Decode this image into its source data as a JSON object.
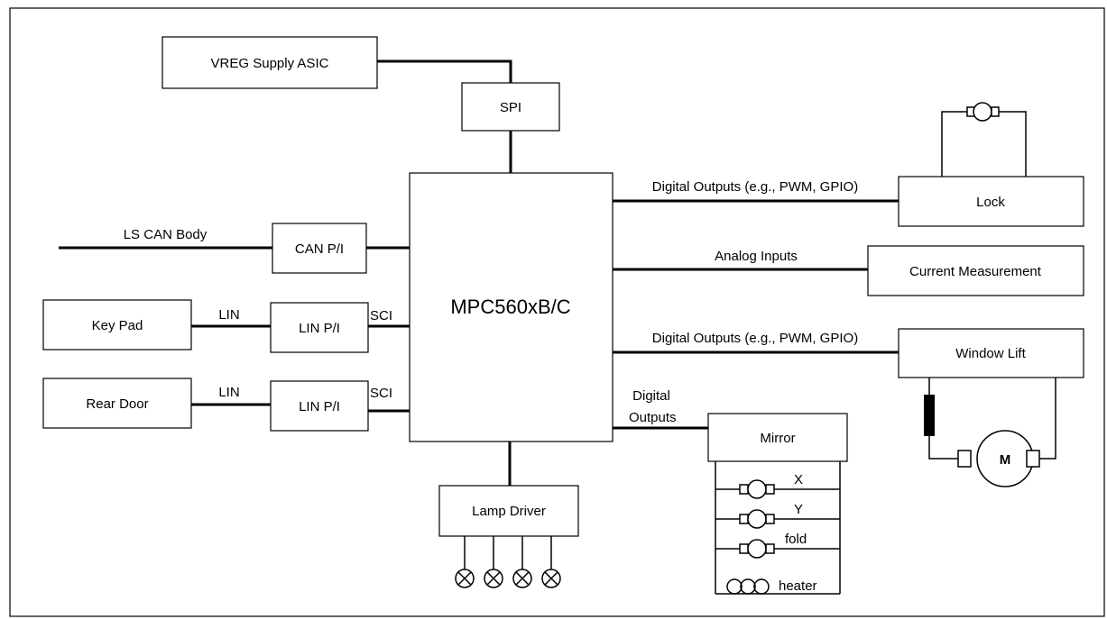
{
  "blocks": {
    "vreg": "VREG Supply ASIC",
    "spi": "SPI",
    "mcu": "MPC560xB/C",
    "can_pi": "CAN P/I",
    "lin_pi_1": "LIN P/I",
    "lin_pi_2": "LIN P/I",
    "key_pad": "Key Pad",
    "rear_door": "Rear Door",
    "lamp_driver": "Lamp Driver",
    "lock": "Lock",
    "current_measurement": "Current Measurement",
    "window_lift": "Window Lift",
    "mirror": "Mirror",
    "motor": "M"
  },
  "labels": {
    "ls_can_body": "LS CAN Body",
    "lin_1": "LIN",
    "lin_2": "LIN",
    "sci_1": "SCI",
    "sci_2": "SCI",
    "digital_outputs_lock": "Digital Outputs (e.g., PWM, GPIO)",
    "analog_inputs": "Analog Inputs",
    "digital_outputs_window": "Digital Outputs (e.g., PWM, GPIO)",
    "digital_outputs_mirror_1": "Digital",
    "digital_outputs_mirror_2": "Outputs",
    "mirror_x": "X",
    "mirror_y": "Y",
    "mirror_fold": "fold",
    "mirror_heater": "heater"
  }
}
